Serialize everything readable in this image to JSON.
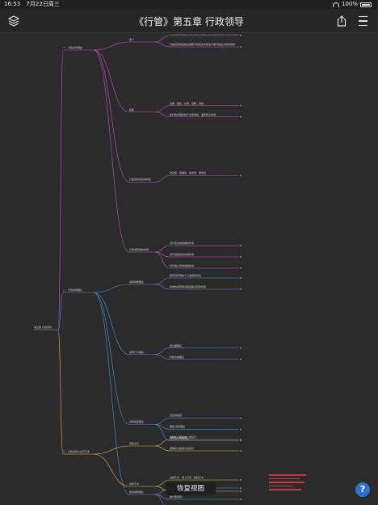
{
  "status_bar": {
    "time": "16:53",
    "date": "7月22日周三",
    "battery": "100%"
  },
  "header": {
    "title": "《行管》第五章 行政领导"
  },
  "mindmap": {
    "root": "第五章 行政领导",
    "sections": [
      {
        "title": "一、行政领导概述",
        "children": [
          {
            "title": "含义",
            "details": [
              "领导者是依法处于某种职务岗位上、拥有法定权力，负有特定领导责任的人员",
              "行政领导者是指在国家行政机关中依法行使行政权力的领导者"
            ]
          },
          {
            "title": "职能",
            "details": [
              "决策、组织、协调、控制、激励",
              "在行政管理中处于主导地位，发挥核心作用"
            ]
          },
          {
            "title": "行政领导的基本特征",
            "details": [
              "法定性、权威性、综合性、服务性"
            ]
          },
          {
            "title": "行政领导者的作用",
            "details": [
              "对行政活动的推动作用",
              "对行政组织的协调作用",
              "对行政人员的激励作用"
            ]
          }
        ]
      },
      {
        "title": "二、行政领导理论",
        "children": [
          {
            "title": "领导特质理论",
            "details": [
              "研究领导者的个人品质和特征",
              "有效的领导者具备某些共同的特质"
            ]
          },
          {
            "title": "领导行为理论",
            "details": [
              "四分图理论",
              "管理方格理论"
            ]
          },
          {
            "title": "领导权变理论",
            "details": [
              "费德勒模型",
              "路径-目标理论",
              "领导生命周期理论"
            ]
          },
          {
            "title": "新型领导理论",
            "details": [
              "交易型领导与变革型领导",
              "魅力型领导",
              "服务型领导"
            ]
          }
        ]
      },
      {
        "title": "三、行政领导方式与艺术",
        "children": [
          {
            "title": "领导方式",
            "details": [
              "专制式、民主式、放任式",
              "按照权力运用方式划分"
            ]
          },
          {
            "title": "领导艺术",
            "details": [
              "决策艺术、用人艺术、授权艺术",
              "协调艺术、时间管理艺术"
            ]
          }
        ]
      }
    ]
  },
  "controls": {
    "restore_label": "恢复视图",
    "help_label": "?"
  }
}
